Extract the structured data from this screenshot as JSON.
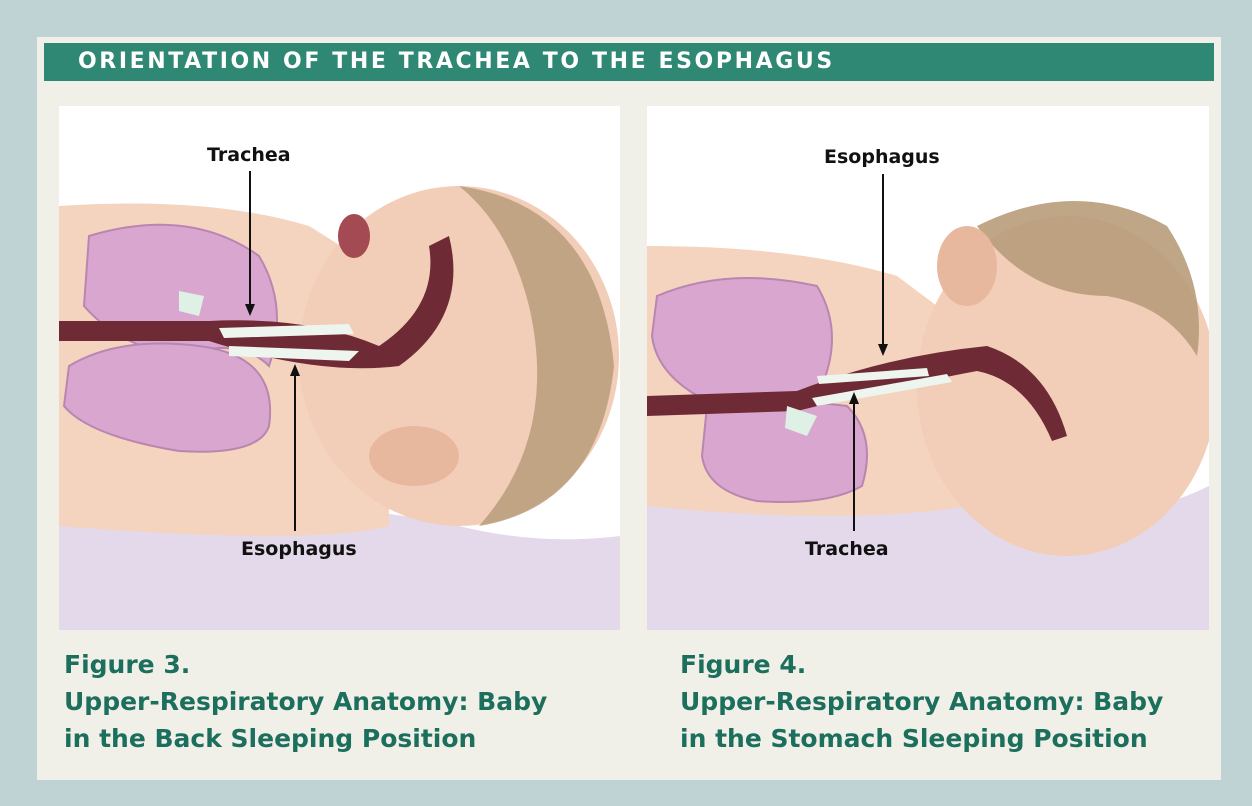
{
  "header": {
    "title": "ORIENTATION OF THE TRACHEA TO THE ESOPHAGUS"
  },
  "figures": [
    {
      "labels": {
        "top": "Trachea",
        "bottom": "Esophagus"
      },
      "caption": {
        "number": "Figure 3.",
        "line1": "Upper-Respiratory Anatomy: Baby",
        "line2": "in the Back Sleeping Position"
      }
    },
    {
      "labels": {
        "top": "Esophagus",
        "bottom": "Trachea"
      },
      "caption": {
        "number": "Figure 4.",
        "line1": "Upper-Respiratory Anatomy: Baby",
        "line2": "in the Stomach Sleeping Position"
      }
    }
  ],
  "colors": {
    "header_bg": "#2e8873",
    "caption_text": "#1c6e5d",
    "page_bg": "#bfd3d4",
    "panel_bg": "#f1f0e8",
    "lung": "#d9a6cf",
    "skin": "#f2cdb8",
    "hair": "#b89c7a",
    "airway": "#6e2a35"
  }
}
